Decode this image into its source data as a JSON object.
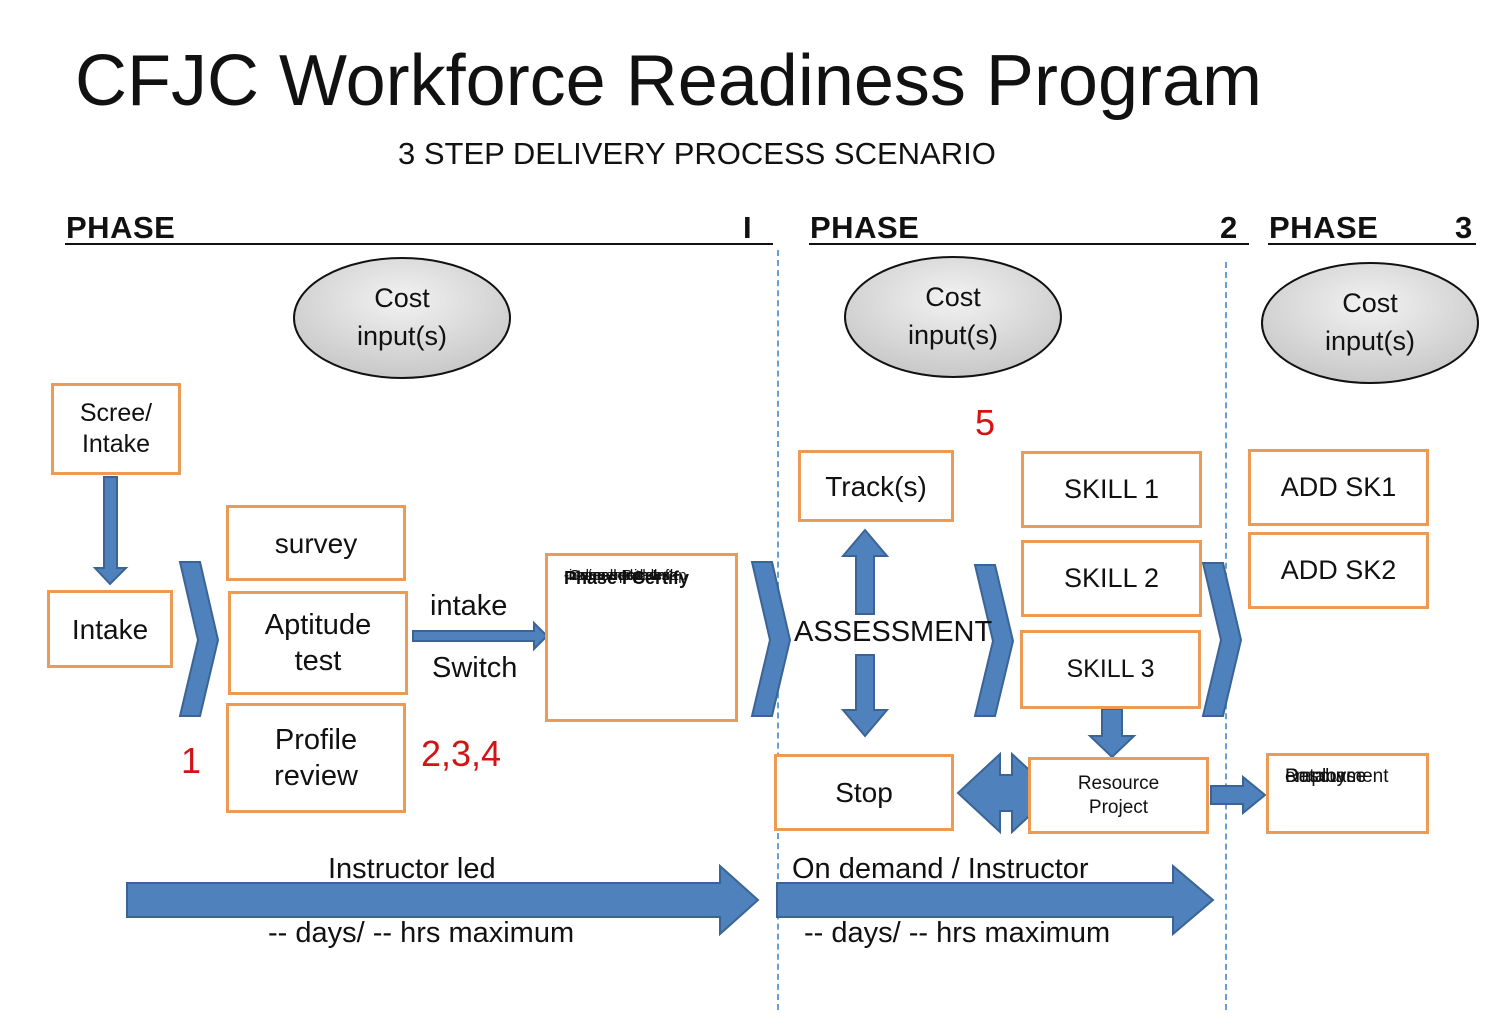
{
  "title": "CFJC Workforce Readiness Program",
  "subtitle": "3 STEP DELIVERY PROCESS SCENARIO",
  "phases": [
    {
      "label": "PHASE",
      "number": "I"
    },
    {
      "label": "PHASE",
      "number": "2"
    },
    {
      "label": "PHASE",
      "number": "3"
    }
  ],
  "cost_inputs": [
    {
      "line1": "Cost",
      "line2": "input(s)"
    },
    {
      "line1": "Cost",
      "line2": "input(s)"
    },
    {
      "line1": "Cost",
      "line2": "input(s)"
    }
  ],
  "phase1": {
    "screen_intake": {
      "line1": "Scree/",
      "line2": "Intake"
    },
    "intake": "Intake",
    "survey": "survey",
    "aptitude": {
      "line1": "Aptitude",
      "line2": "test"
    },
    "profile": {
      "line1": "Profile",
      "line2": "review"
    },
    "intake_switch": {
      "line1": "intake",
      "line2": "Switch"
    },
    "certify": {
      "title": "Phase I Certify",
      "items": [
        "-comp basics",
        "-Career path Info",
        "-Course Roadmap",
        "-online help desk",
        "-instructor class"
      ]
    },
    "marker_1": "1",
    "marker_234": "2,3,4"
  },
  "phase2": {
    "tracks": "Track(s)",
    "assessment": "ASSESSMENT",
    "stop": "Stop",
    "skills": [
      "SKILL 1",
      "SKILL 2",
      "SKILL 3"
    ],
    "resource_project": {
      "line1": "Resource",
      "line2": "Project"
    },
    "marker_5": "5"
  },
  "phase3": {
    "add_skills": [
      "ADD SK1",
      "ADD SK2"
    ],
    "resource_database": {
      "line1": "Resource",
      "line2": "Database",
      "line3": "employment"
    }
  },
  "timelines": [
    {
      "label": "Instructor led",
      "duration": "-- days/ -- hrs maximum"
    },
    {
      "label": "On demand / Instructor",
      "duration": "-- days/ -- hrs maximum"
    }
  ],
  "colors": {
    "box_border": "#ed9a55",
    "arrow_fill": "#4f81bd",
    "arrow_stroke": "#3a6496",
    "marker_red": "#d21414",
    "ellipse_fill": "#d9d9d9",
    "divider": "#6a9fd4"
  }
}
